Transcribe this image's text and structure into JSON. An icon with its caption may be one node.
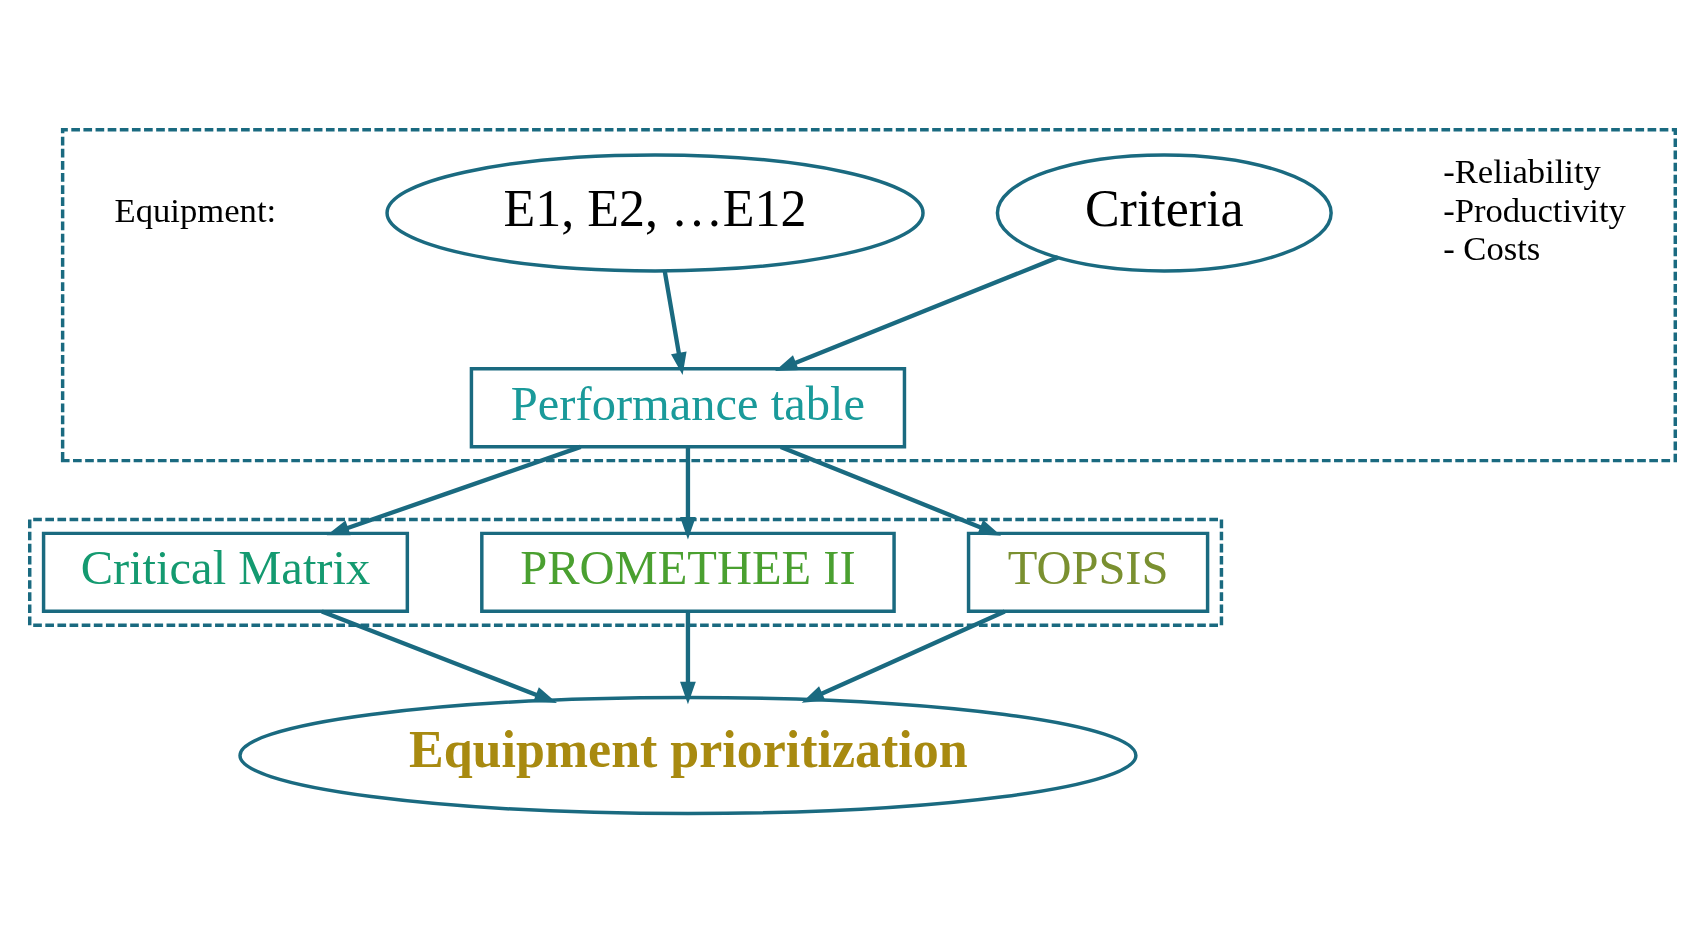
{
  "diagram": {
    "nodes": [
      {
        "text": [],
        "shape": "box"
      },
      {
        "text": [
          "E1, E2, …E12"
        ],
        "in": 0,
        "beside": [
          "Equipment:"
        ]
      },
      {
        "text": [
          "Criteria"
        ],
        "in": 0,
        "beside": [
          "-Reliability -Productivity - Costs"
        ]
      },
      {
        "text": [
          "Performance table"
        ],
        "in": 0
      },
      {
        "text": [],
        "shape": "box"
      },
      {
        "text": [
          "Critical Matrix"
        ],
        "in": 4
      },
      {
        "text": [
          "PROMETHEE II"
        ],
        "in": 4
      },
      {
        "text": [
          "TOPSIS"
        ],
        "in": 4
      },
      {
        "text": [
          "Equipment prioritization"
        ]
      }
    ],
    "edges": [
      {
        "from": 1,
        "to": 3,
        "arrow": "to"
      },
      {
        "from": 2,
        "to": 3,
        "arrow": "to"
      },
      {
        "from": 3,
        "to": 5,
        "arrow": "to"
      },
      {
        "from": 3,
        "to": 6,
        "arrow": "to"
      },
      {
        "from": 3,
        "to": 7,
        "arrow": "to"
      },
      {
        "from": 5,
        "to": 8,
        "arrow": "to"
      },
      {
        "from": 6,
        "to": 8,
        "arrow": "to"
      },
      {
        "from": 7,
        "to": 8,
        "arrow": "to"
      }
    ]
  }
}
